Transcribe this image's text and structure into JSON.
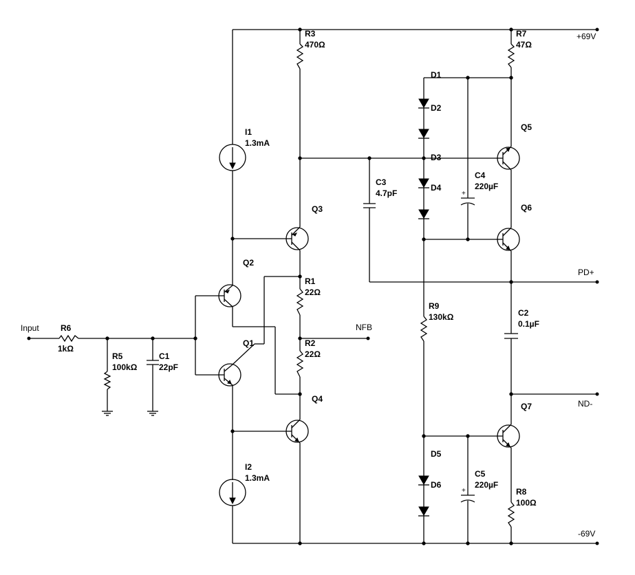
{
  "nets": {
    "input": "Input",
    "vpos": "+69V",
    "vneg": "-69V",
    "nfb": "NFB",
    "pdp": "PD+",
    "ndm": "ND-"
  },
  "resistors": {
    "r1": {
      "ref": "R1",
      "value": "22Ω"
    },
    "r2": {
      "ref": "R2",
      "value": "22Ω"
    },
    "r3": {
      "ref": "R3",
      "value": "470Ω"
    },
    "r5": {
      "ref": "R5",
      "value": "100kΩ"
    },
    "r6": {
      "ref": "R6",
      "value": "1kΩ"
    },
    "r7": {
      "ref": "R7",
      "value": "47Ω"
    },
    "r8": {
      "ref": "R8",
      "value": "100Ω"
    },
    "r9": {
      "ref": "R9",
      "value": "130kΩ"
    }
  },
  "capacitors": {
    "c1": {
      "ref": "C1",
      "value": "22pF"
    },
    "c2": {
      "ref": "C2",
      "value": "0.1µF"
    },
    "c3": {
      "ref": "C3",
      "value": "4.7pF"
    },
    "c4": {
      "ref": "C4",
      "value": "220µF"
    },
    "c5": {
      "ref": "C5",
      "value": "220µF"
    }
  },
  "current_sources": {
    "i1": {
      "ref": "I1",
      "value": "1.3mA"
    },
    "i2": {
      "ref": "I2",
      "value": "1.3mA"
    }
  },
  "transistors": {
    "q1": "Q1",
    "q2": "Q2",
    "q3": "Q3",
    "q4": "Q4",
    "q5": "Q5",
    "q6": "Q6",
    "q7": "Q7"
  },
  "diodes": {
    "d1": "D1",
    "d2": "D2",
    "d3": "D3",
    "d4": "D4",
    "d5": "D5",
    "d6": "D6"
  },
  "polarity_mark": "+"
}
